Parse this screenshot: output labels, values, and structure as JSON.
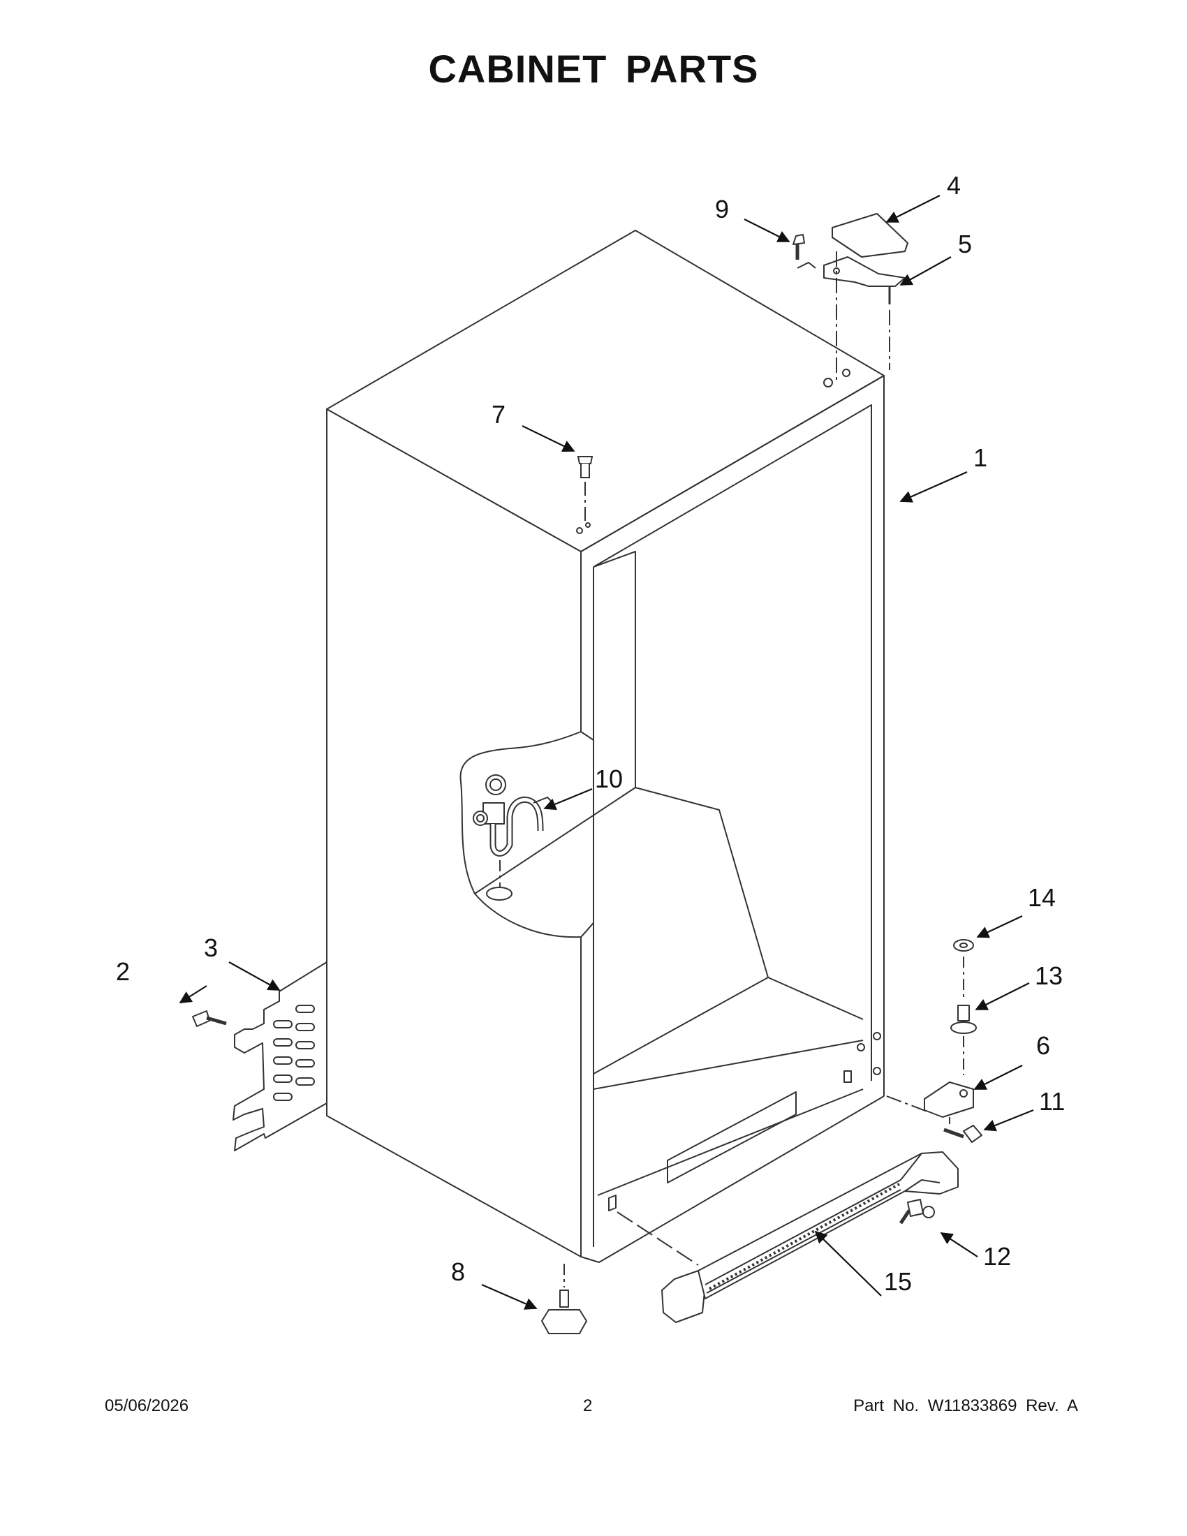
{
  "title": "CABINET PARTS",
  "callouts": {
    "c1": "1",
    "c2": "2",
    "c3": "3",
    "c4": "4",
    "c5": "5",
    "c6": "6",
    "c7": "7",
    "c8": "8",
    "c9": "9",
    "c10": "10",
    "c11": "11",
    "c12": "12",
    "c13": "13",
    "c14": "14",
    "c15": "15"
  },
  "footer": {
    "date": "05/06/2026",
    "page": "2",
    "part": "Part No.  W11833869  Rev.  A"
  }
}
